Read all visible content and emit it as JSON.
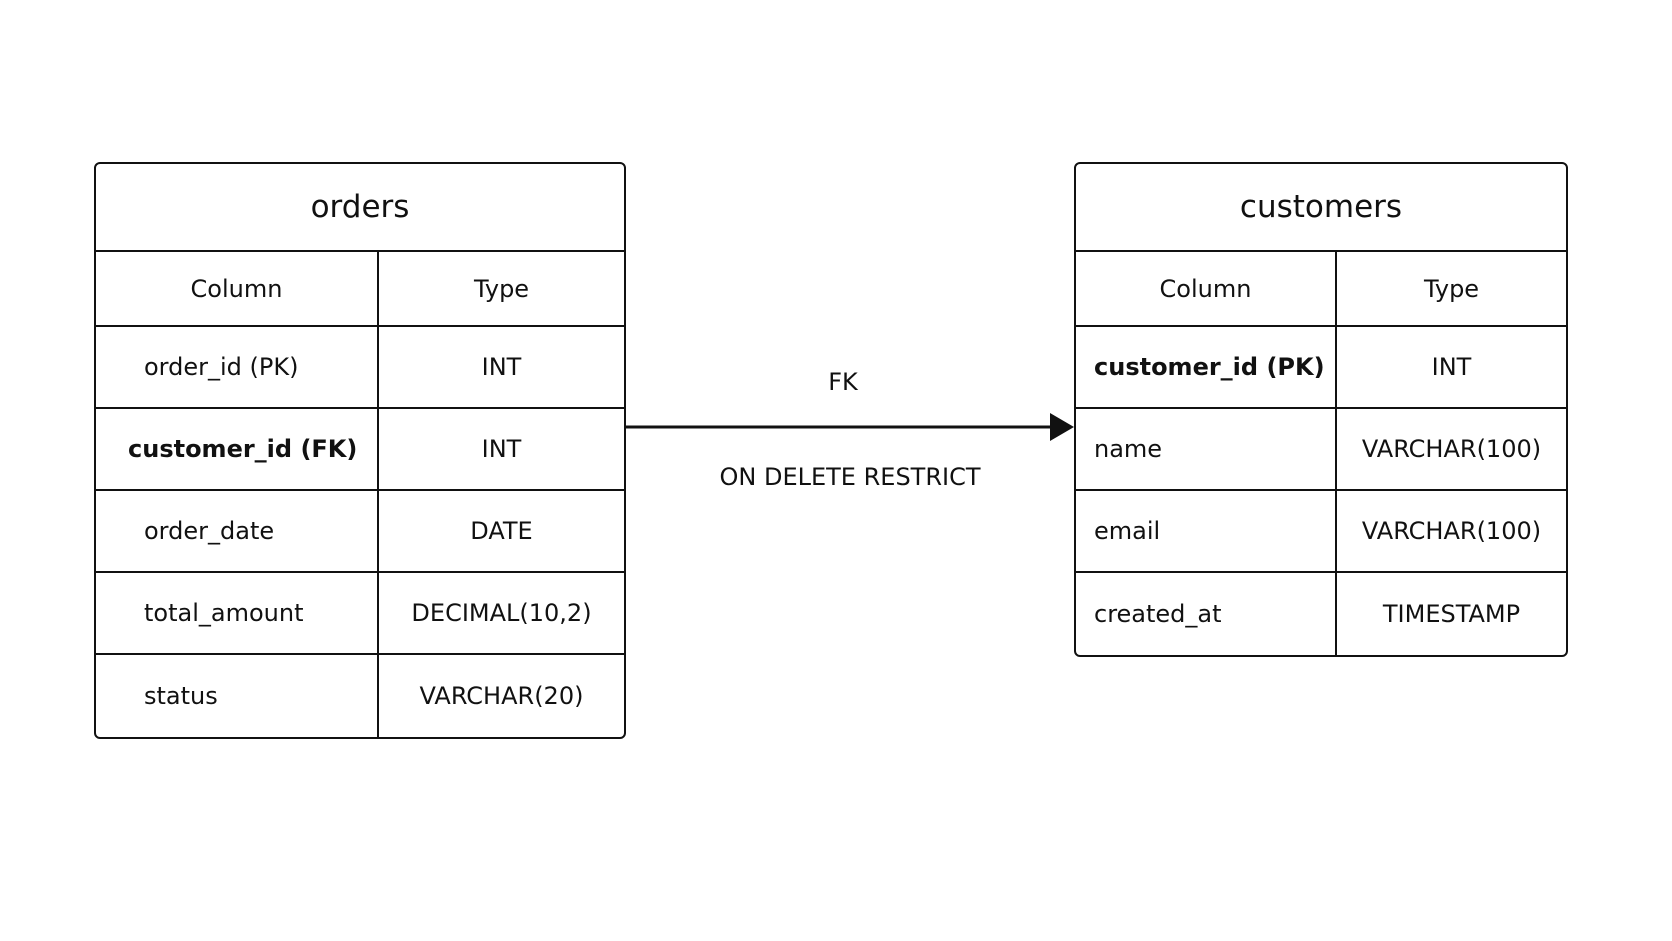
{
  "tables": {
    "orders": {
      "title": "orders",
      "headers": {
        "column": "Column",
        "type": "Type"
      },
      "rows": [
        {
          "name": "order_id (PK)",
          "type": "INT"
        },
        {
          "name": "customer_id (FK)",
          "type": "INT"
        },
        {
          "name": "order_date",
          "type": "DATE"
        },
        {
          "name": "total_amount",
          "type": "DECIMAL(10,2)"
        },
        {
          "name": "status",
          "type": "VARCHAR(20)"
        }
      ]
    },
    "customers": {
      "title": "customers",
      "headers": {
        "column": "Column",
        "type": "Type"
      },
      "rows": [
        {
          "name": "customer_id (PK)",
          "type": "INT"
        },
        {
          "name": "name",
          "type": "VARCHAR(100)"
        },
        {
          "name": "email",
          "type": "VARCHAR(100)"
        },
        {
          "name": "created_at",
          "type": "TIMESTAMP"
        }
      ]
    }
  },
  "relationship": {
    "label": "FK",
    "constraint": "ON DELETE RESTRICT"
  }
}
